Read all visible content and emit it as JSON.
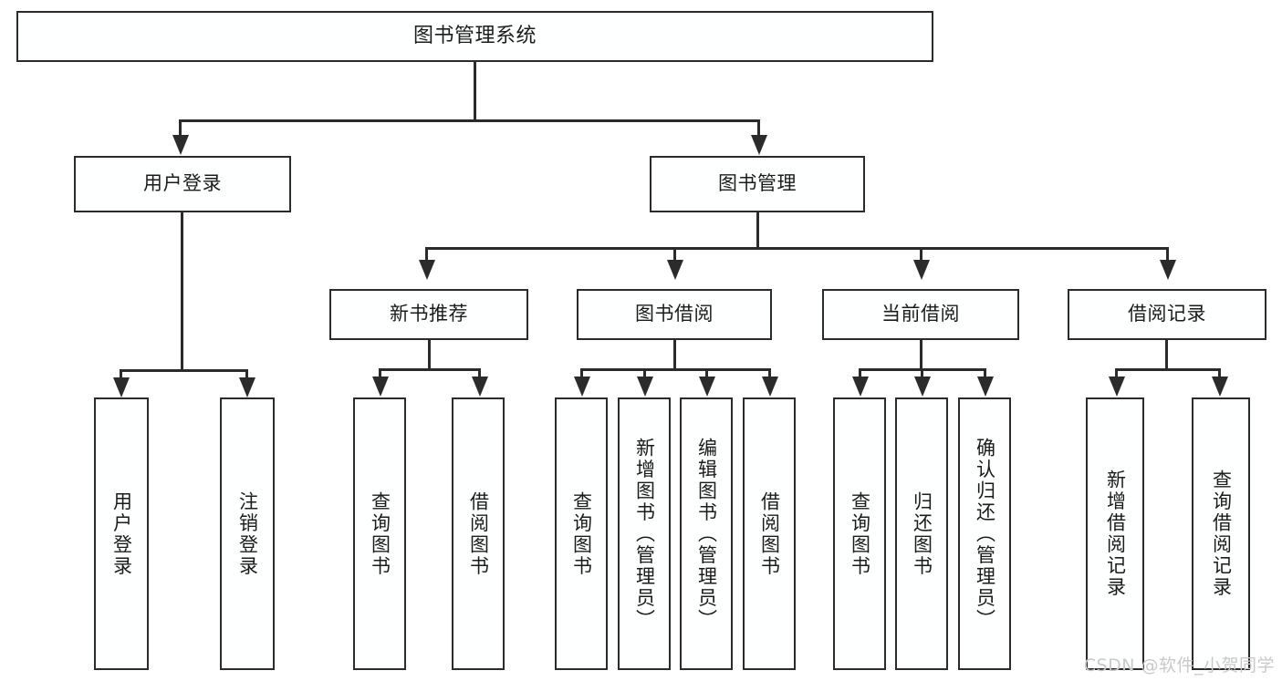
{
  "diagram": {
    "title": "图书管理系统",
    "type": "tree-hierarchy-diagram",
    "background_color": "#ffffff",
    "box_border_color": "#2b2b2b",
    "box_fill_color": "#feffff",
    "connector_color": "#2b2b2b",
    "text_color": "#1b1b1b"
  },
  "nodes": {
    "root": {
      "label": "图书管理系统"
    },
    "level2": [
      {
        "label": "用户登录"
      },
      {
        "label": "图书管理"
      }
    ],
    "level3": [
      {
        "label": "新书推荐"
      },
      {
        "label": "图书借阅"
      },
      {
        "label": "当前借阅"
      },
      {
        "label": "借阅记录"
      }
    ],
    "leaves": [
      {
        "label": "用户登录"
      },
      {
        "label": "注销登录"
      },
      {
        "label": "查询图书"
      },
      {
        "label": "借阅图书"
      },
      {
        "label": "查询图书"
      },
      {
        "label": "新增图书（管理员）"
      },
      {
        "label": "编辑图书（管理员）"
      },
      {
        "label": "借阅图书"
      },
      {
        "label": "查询图书"
      },
      {
        "label": "归还图书"
      },
      {
        "label": "确认归还（管理员）"
      },
      {
        "label": "新增借阅记录"
      },
      {
        "label": "查询借阅记录"
      }
    ]
  },
  "watermark": {
    "text": "CSDN @软件_小贺同学"
  }
}
